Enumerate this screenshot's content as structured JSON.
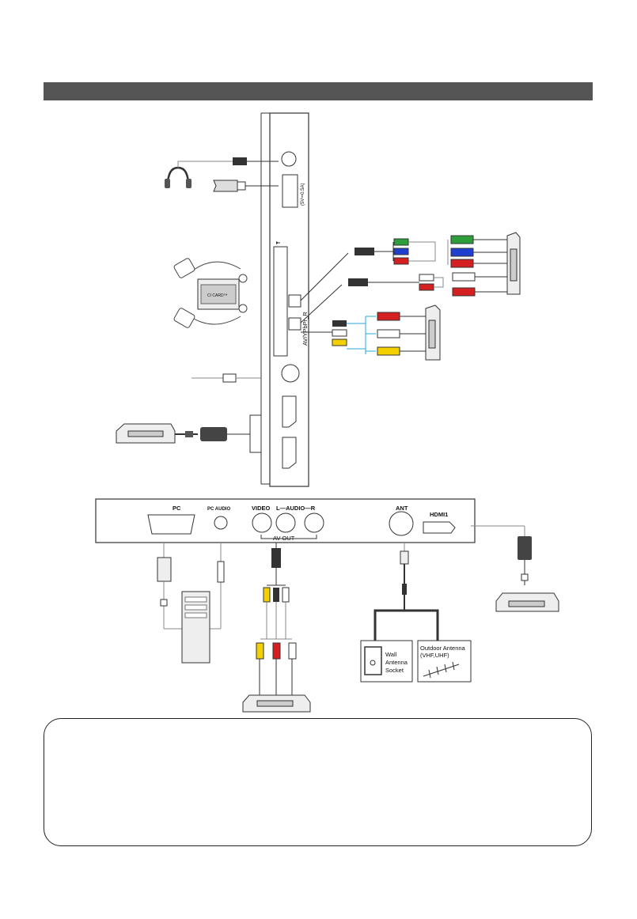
{
  "side_panel": {
    "card_slot_label": "AV/YPbPr_R",
    "usb_label": "(5V⎓0.5A)"
  },
  "ci_card": {
    "label": "CI CARD™"
  },
  "bottom_panel": {
    "pc": "PC",
    "pc_audio": "PC AUDIO",
    "video": "VIDEO",
    "l_audio_r": "L—AUDIO—R",
    "av_out": "AV OUT",
    "ant": "ANT",
    "hdmi1": "HDMI1"
  },
  "antenna": {
    "wall": [
      "Wall",
      "Antenna",
      "Socket"
    ],
    "outdoor": [
      "Outdoor Antenna",
      "(VHF,UHF)"
    ]
  },
  "colors": {
    "green": "#2e9e3a",
    "blue": "#1f3fd0",
    "red": "#d42020",
    "yellow": "#f4d000",
    "white": "#ffffff",
    "cyan": "#2aa8d8"
  }
}
